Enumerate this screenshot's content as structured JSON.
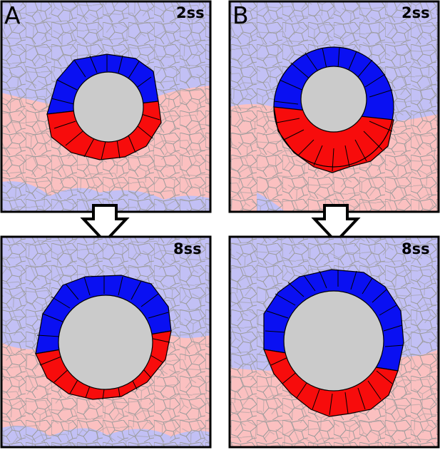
{
  "panels": [
    {
      "letter": "A",
      "top_stage": "2ss",
      "bottom_stage": "8ss"
    },
    {
      "letter": "B",
      "top_stage": "2ss",
      "bottom_stage": "8ss"
    }
  ],
  "colors": {
    "tissue_blue": "#c2c0f5",
    "tissue_pink": "#fbc0c0",
    "ring_blue": "#0a10f2",
    "ring_red": "#f70c0c",
    "lumen_grey": "#cbcbcb",
    "cell_edge": "#9a9a9a",
    "outline": "#000000"
  }
}
